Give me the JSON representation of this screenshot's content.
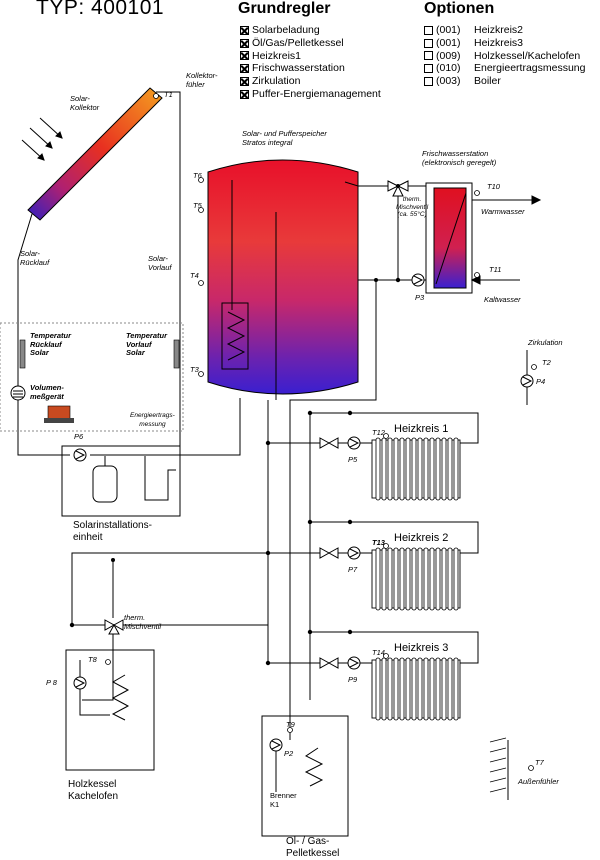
{
  "title": "TYP: 400101",
  "grundregler": {
    "heading": "Grundregler",
    "items": [
      {
        "label": "Solarbeladung",
        "checked": true
      },
      {
        "label": "Öl/Gas/Pelletkessel",
        "checked": true
      },
      {
        "label": "Heizkreis1",
        "checked": true
      },
      {
        "label": "Frischwasserstation",
        "checked": true
      },
      {
        "label": "Zirkulation",
        "checked": true
      },
      {
        "label": "Puffer-Energiemanagement",
        "checked": true
      }
    ]
  },
  "optionen": {
    "heading": "Optionen",
    "items": [
      {
        "code": "(001)",
        "label": "Heizkreis2",
        "checked": false
      },
      {
        "code": "(001)",
        "label": "Heizkreis3",
        "checked": false
      },
      {
        "code": "(009)",
        "label": "Holzkessel/Kachelofen",
        "checked": false
      },
      {
        "code": "(010)",
        "label": "Energieertragsmessung",
        "checked": false
      },
      {
        "code": "(003)",
        "label": "Boiler",
        "checked": false
      }
    ]
  },
  "labels": {
    "solar_kollektor": "Solar-\nKollektor",
    "kollektorfuehler": "Kollektor-\nfühler",
    "speicher": "Solar- und Pufferspeicher\nStratos integral",
    "frischwasserstation": "Frischwasserstation\n(elektronisch geregelt)",
    "therm_mischventil_fw": "therm.\nMischventil\n(ca. 55°C)",
    "warmwasser": "Warmwasser",
    "kaltwasser": "Kaltwasser",
    "solar_ruecklauf": "Solar-\nRücklauf",
    "solar_vorlauf": "Solar-\nVorlauf",
    "temp_ruecklauf": "Temperatur\nRücklauf\nSolar",
    "temp_vorlauf": "Temperatur\nVorlauf\nSolar",
    "volumenmessgeraet": "Volumen-\nmeßgerät",
    "energieertragsmessung": "Energieertrags-\nmessung",
    "zirkulation": "Zirkulation",
    "solarinstallationseinheit": "Solarinstallations-\neinheit",
    "therm_mischventil_hk": "therm.\nMischventil",
    "holzkessel": "Holzkessel\nKachelofen",
    "brenner": "Brenner\nK1",
    "oel_gas": "Öl- / Gas-\nPelletkessel",
    "aussenfuehler": "Außenfühler"
  },
  "sensors": {
    "t1": "T1",
    "t2": "T2",
    "t3": "T3",
    "t4": "T4",
    "t5": "T5",
    "t6": "T6",
    "t7": "T7",
    "t8": "T8",
    "t9": "T9",
    "t10": "T10",
    "t11": "T11",
    "t12": "T12",
    "t13": "T13",
    "t14": "T14"
  },
  "pumps": {
    "p2": "P2",
    "p3": "P3",
    "p4": "P4",
    "p5": "P5",
    "p6": "P6",
    "p7": "P7",
    "p8": "P 8",
    "p9": "P9"
  },
  "heizkreise": [
    "Heizkreis 1",
    "Heizkreis 2",
    "Heizkreis 3"
  ],
  "colors": {
    "buffer_top": "#e8102a",
    "buffer_mid": "#c8286a",
    "buffer_bottom": "#3a1fd0",
    "fresh_red": "#e01020",
    "pipe": "#000000",
    "dashed": "#777777"
  }
}
